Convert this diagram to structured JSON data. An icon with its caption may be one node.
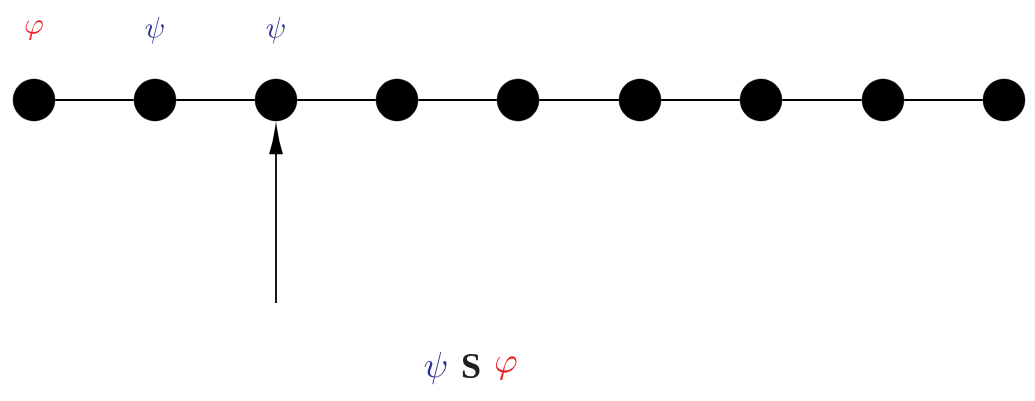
{
  "diagram": {
    "nodes": [
      {
        "text": [],
        "shape": "circle",
        "beside": [
          "\\varphi"
        ]
      },
      {
        "text": [],
        "shape": "circle",
        "beside": [
          "\\psi"
        ]
      },
      {
        "text": [],
        "shape": "circle",
        "beside": [
          "\\psi"
        ]
      },
      {
        "text": [],
        "shape": "circle"
      },
      {
        "text": [],
        "shape": "circle"
      },
      {
        "text": [],
        "shape": "circle"
      },
      {
        "text": [],
        "shape": "circle"
      },
      {
        "text": [],
        "shape": "circle"
      },
      {
        "text": [],
        "shape": "circle"
      }
    ],
    "edges": [
      {
        "from": 0,
        "to": 1,
        "arrow": "none"
      },
      {
        "from": 1,
        "to": 2,
        "arrow": "none"
      },
      {
        "from": 2,
        "to": 3,
        "arrow": "none"
      },
      {
        "from": 3,
        "to": 4,
        "arrow": "none"
      },
      {
        "from": 4,
        "to": 5,
        "arrow": "none"
      },
      {
        "from": 5,
        "to": 6,
        "arrow": "none"
      },
      {
        "from": 6,
        "to": 7,
        "arrow": "none"
      },
      {
        "from": 7,
        "to": 8,
        "arrow": "none"
      },
      {
        "from": null,
        "to": 2,
        "arrow": "to"
      }
    ],
    "labels": [
      "\\psi",
      "\\mathbf{S}",
      "\\varphi"
    ]
  }
}
